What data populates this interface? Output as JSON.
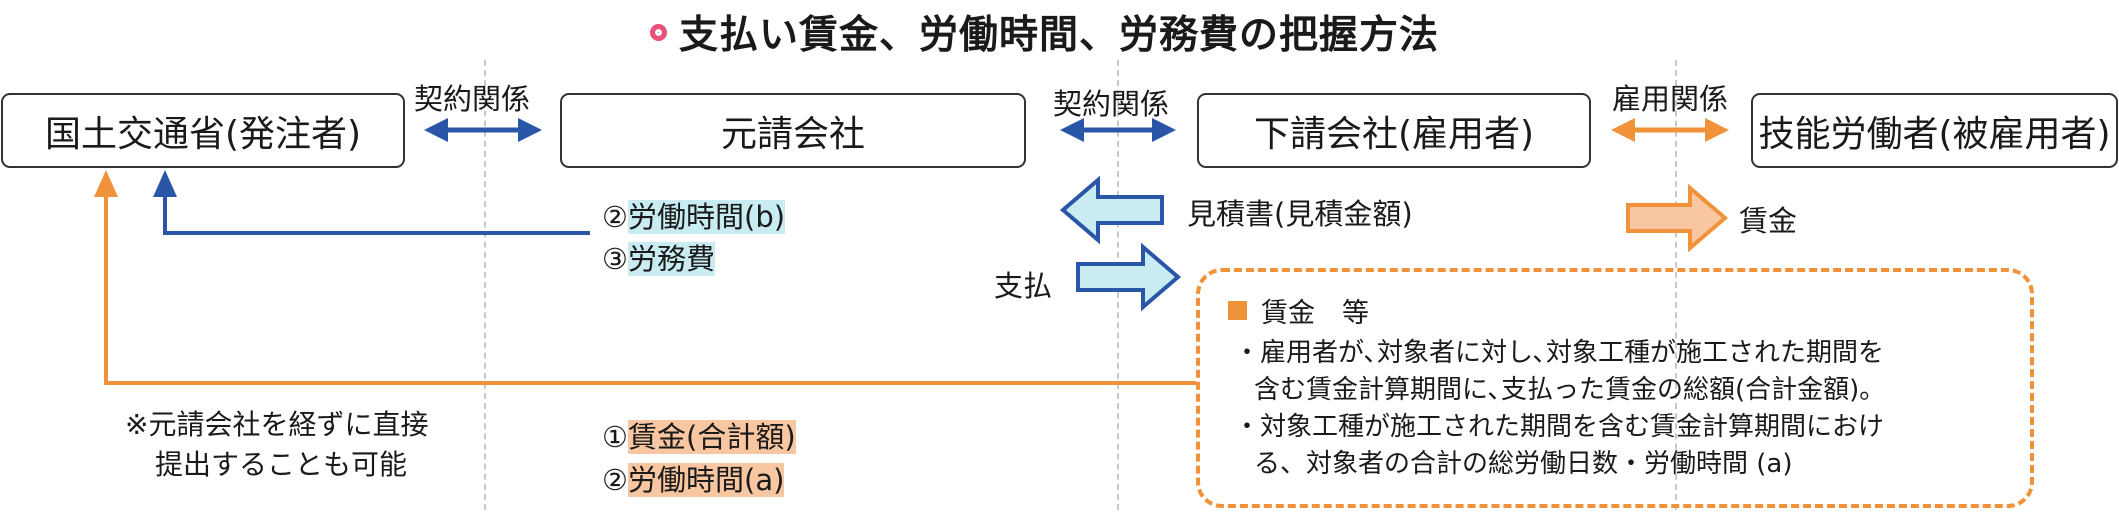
{
  "title": "支払い賃金、労働時間、労務費の把握方法",
  "nodes": {
    "mlit": "国土交通省(発注者)",
    "prime": "元請会社",
    "sub": "下請会社(雇用者)",
    "worker": "技能労働者(被雇用者)"
  },
  "relations": {
    "contract1": "契約関係",
    "contract2": "契約関係",
    "employment": "雇用関係"
  },
  "flows": {
    "estimate": "見積書(見積金額)",
    "payment": "支払",
    "wage": "賃金"
  },
  "blue_items": {
    "item2_num": "②",
    "item2": "労働時間(b)",
    "item3_num": "③",
    "item3": "労務費"
  },
  "orange_items": {
    "item1_num": "①",
    "item1": "賃金(合計額)",
    "item2_num": "②",
    "item2": "労働時間(a)"
  },
  "note": {
    "line1": "※元請会社を経ずに直接",
    "line2": "提出することも可能"
  },
  "wage_box": {
    "heading": "賃金　等",
    "bullet1_line1": "・雇用者が､対象者に対し､対象工種が施工された期間を",
    "bullet1_line2": "含む賃金計算期間に､支払った賃金の総額(合計金額)。",
    "bullet2_line1": "・対象工種が施工された期間を含む賃金計算期間におけ",
    "bullet2_line2": "る、対象者の合計の総労働日数・労働時間 (a)"
  },
  "colors": {
    "blue": "#2a56a8",
    "orange": "#f0923a",
    "light_blue": "#c9ecf2",
    "light_orange": "#f8c7a2"
  }
}
